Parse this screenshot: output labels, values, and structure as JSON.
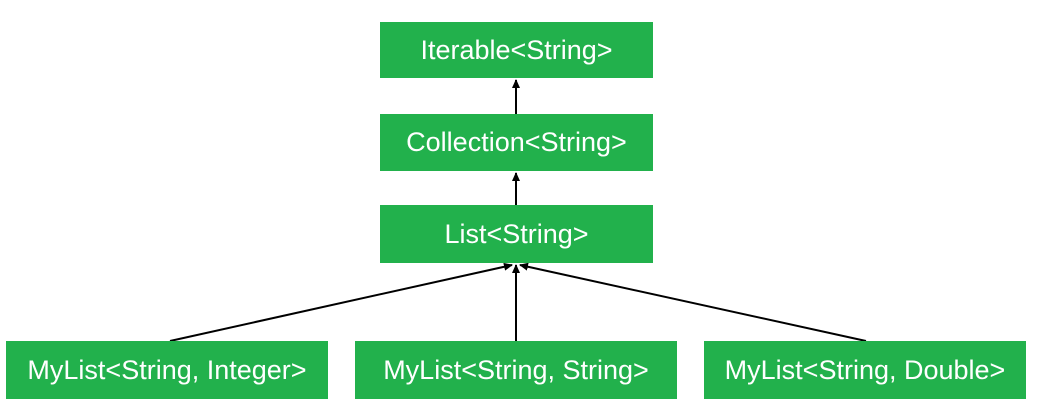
{
  "diagram": {
    "colors": {
      "node_fill": "#22b14c",
      "node_text": "#ffffff",
      "edge": "#000000"
    },
    "nodes": {
      "iterable": "Iterable<String>",
      "collection": "Collection<String>",
      "list": "List<String>",
      "mylist_integer": "MyList<String, Integer>",
      "mylist_string": "MyList<String, String>",
      "mylist_double": "MyList<String, Double>"
    },
    "edges": [
      {
        "from": "collection",
        "to": "iterable"
      },
      {
        "from": "list",
        "to": "collection"
      },
      {
        "from": "mylist_integer",
        "to": "list"
      },
      {
        "from": "mylist_string",
        "to": "list"
      },
      {
        "from": "mylist_double",
        "to": "list"
      }
    ]
  }
}
